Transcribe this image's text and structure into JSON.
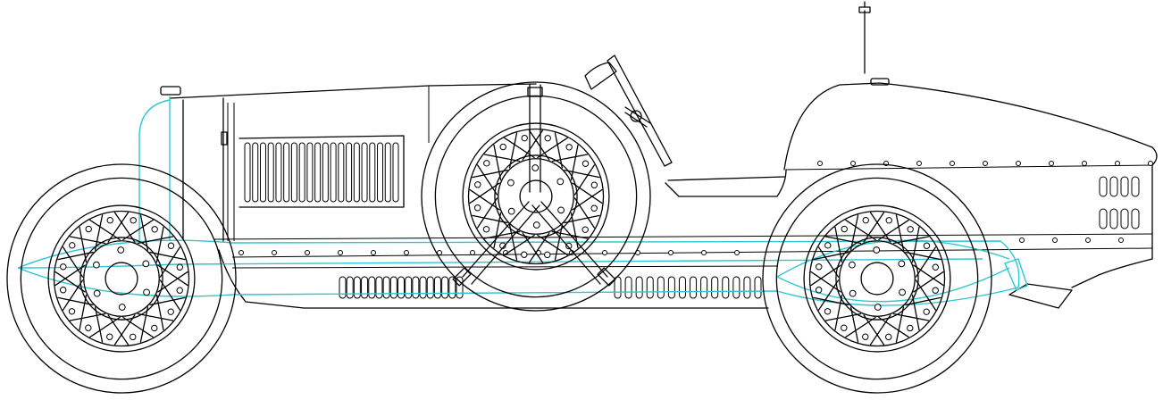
{
  "drawing": {
    "subject": "vintage-race-car-side-elevation",
    "colors": {
      "background": "#ffffff",
      "line": "#000000",
      "frame_highlight": "#2ec6d0"
    },
    "wheels": [
      {
        "name": "front-wheel",
        "spokes": 16
      },
      {
        "name": "spare-wheel",
        "spokes": 16
      },
      {
        "name": "rear-wheel",
        "spokes": 16
      }
    ],
    "hood_louvre_count": 20,
    "lower_louvre_front_count": 17,
    "lower_louvre_rear_count": 14,
    "tail_louvre_rows": 2,
    "tail_louvre_per_row": 4
  }
}
